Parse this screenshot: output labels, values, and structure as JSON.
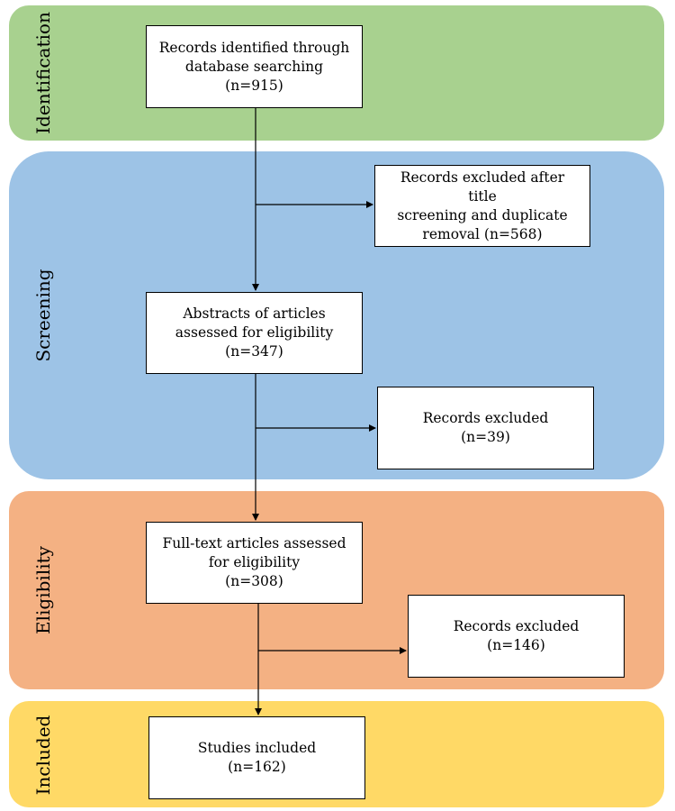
{
  "colors": {
    "identification": "#a8d18f",
    "screening": "#9dc3e6",
    "eligibility": "#f4b183",
    "included": "#ffd966",
    "box_fill": "#ffffff",
    "line": "#000000"
  },
  "stages": {
    "identification": "Identification",
    "screening": "Screening",
    "eligibility": "Eligibility",
    "included": "Included"
  },
  "boxes": {
    "identified": {
      "line1": "Records identified through",
      "line2": "database searching",
      "line3": "(n=915)"
    },
    "excluded_1": {
      "line1": "Records excluded after title",
      "line2": "screening and duplicate",
      "line3": "removal  (n=568)"
    },
    "abstracts": {
      "line1": "Abstracts of articles",
      "line2": "assessed for eligibility",
      "line3": "(n=347)"
    },
    "excluded_2": {
      "line1": "Records excluded",
      "line2": "(n=39)"
    },
    "fulltext": {
      "line1": "Full-text articles assessed",
      "line2": "for eligibility",
      "line3": "(n=308)"
    },
    "excluded_3": {
      "line1": "Records excluded",
      "line2": "(n=146)"
    },
    "included": {
      "line1": "Studies included",
      "line2": "(n=162)"
    }
  }
}
